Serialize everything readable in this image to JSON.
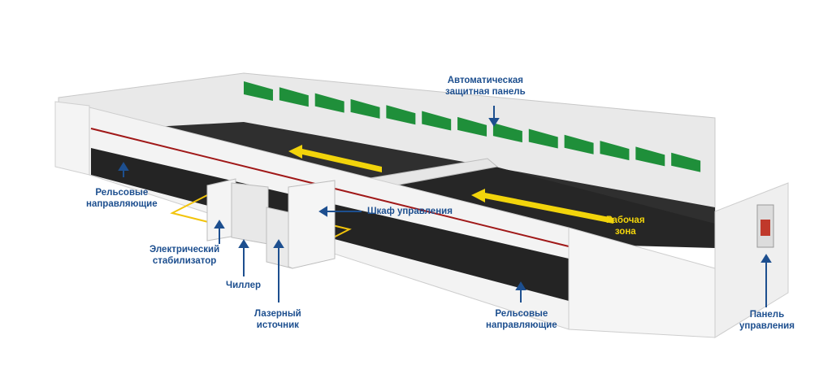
{
  "labels": {
    "protective_panel": {
      "line1": "Автоматическая",
      "line2": "защитная панель"
    },
    "rails_left": {
      "line1": "Рельсовые",
      "line2": "направляющие"
    },
    "control_cabinet": {
      "line1": "Шкаф управления"
    },
    "stabilizer": {
      "line1": "Электрический",
      "line2": "стабилизатор"
    },
    "chiller": {
      "line1": "Чиллер"
    },
    "laser_source": {
      "line1": "Лазерный",
      "line2": "источник"
    },
    "rails_bottom": {
      "line1": "Рельсовые",
      "line2": "направляющие"
    },
    "control_panel": {
      "line1": "Панель",
      "line2": "управления"
    },
    "work_zone": {
      "line1": "Рабочая",
      "line2": "зона"
    }
  },
  "colors": {
    "label_blue": "#1d4f8f",
    "arrow_yellow": "#f2d40b",
    "panel_green": "#1f8f3a",
    "frame_white": "#f1f1f1",
    "bed_dark": "#2b2b2b",
    "stripe_red": "#a01818"
  }
}
